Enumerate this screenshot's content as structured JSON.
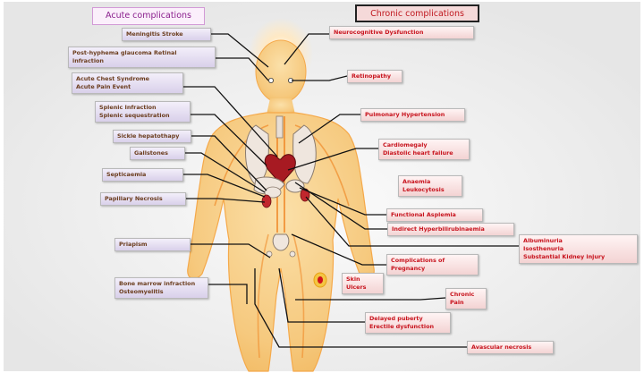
{
  "headers": {
    "acute": "Acute complications",
    "chronic": "Chronic complications"
  },
  "acute": [
    {
      "line1": "Meningitis Stroke",
      "line2": ""
    },
    {
      "line1": "Post-hyphema glaucoma Retinal",
      "line2": "infraction"
    },
    {
      "line1": "Acute Chest Syndrome",
      "line2": "Acute Pain Event"
    },
    {
      "line1": "Splenic Infraction",
      "line2": "Splenic sequestration"
    },
    {
      "line1": "Sickle hepatothapy",
      "line2": ""
    },
    {
      "line1": "Gallstones",
      "line2": ""
    },
    {
      "line1": "Septicaemia",
      "line2": ""
    },
    {
      "line1": "Papillary Necrosis",
      "line2": ""
    },
    {
      "line1": "Priapism",
      "line2": ""
    },
    {
      "line1": "Bone marrow infraction",
      "line2": "Osteomyelitis"
    }
  ],
  "chronic": [
    {
      "line1": "Neurocognitive Dysfunction",
      "line2": ""
    },
    {
      "line1": "Retinopathy",
      "line2": ""
    },
    {
      "line1": "Pulmonary Hypertension",
      "line2": ""
    },
    {
      "line1": "Cardiomegaly",
      "line2": "Diastolic heart failure"
    },
    {
      "line1": "Anaemia",
      "line2": "Leukocytosis"
    },
    {
      "line1": "Functional Asplemia",
      "line2": ""
    },
    {
      "line1": "Indirect Hyperbilirubinaemia",
      "line2": ""
    },
    {
      "line1": "Albuminuria",
      "line2": "Isosthenuria",
      "line3": "Substantial Kidney injury"
    },
    {
      "line1": "Complications of",
      "line2": "Pregnancy"
    },
    {
      "line1": "Skin",
      "line2": "Ulcers"
    },
    {
      "line1": "Chronic",
      "line2": "Pain"
    },
    {
      "line1": "Delayed puberty",
      "line2": "Erectile dysfunction"
    },
    {
      "line1": "Avascular necrosis",
      "line2": ""
    }
  ],
  "colors": {
    "body_fill": "#f6c97e",
    "body_edge": "#ffb347",
    "acute_text": "#6b3d1e",
    "chronic_text": "#c8141e",
    "acute_header_border": "#d29ad6"
  }
}
